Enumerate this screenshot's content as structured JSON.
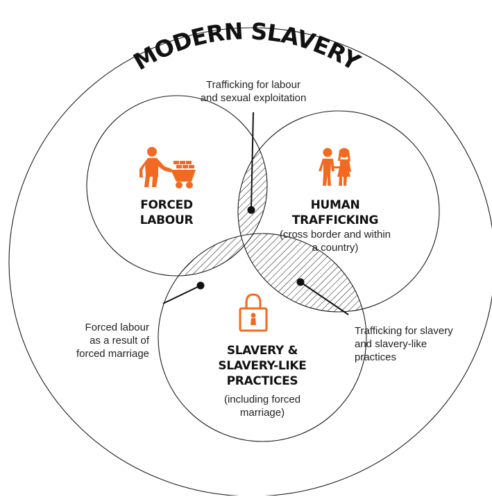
{
  "title": "MODERN SLAVERY",
  "colors": {
    "accent": "#f26a21",
    "ink": "#111111",
    "line": "#1a1a1a"
  },
  "circles": {
    "forced_labour": {
      "icon": "worker-pushing-cart-icon",
      "title_lines": [
        "FORCED",
        "LABOUR"
      ]
    },
    "human_trafficking": {
      "icon": "two-people-icon",
      "title_lines": [
        "HUMAN",
        "TRAFFICKING"
      ],
      "subtitle_lines": [
        "(cross border and within",
        "a country)"
      ]
    },
    "slavery": {
      "icon": "padlock-icon",
      "title_lines": [
        "SLAVERY &",
        "SLAVERY-LIKE PRACTICES"
      ],
      "subtitle_lines": [
        "(including forced",
        "marriage)"
      ]
    }
  },
  "callouts": {
    "top": [
      "Trafficking for labour",
      "and sexual exploitation"
    ],
    "left": [
      "Forced labour",
      "as a result of",
      "forced marriage"
    ],
    "right": [
      "Trafficking for slavery",
      "and slavery-like",
      "practices"
    ]
  }
}
